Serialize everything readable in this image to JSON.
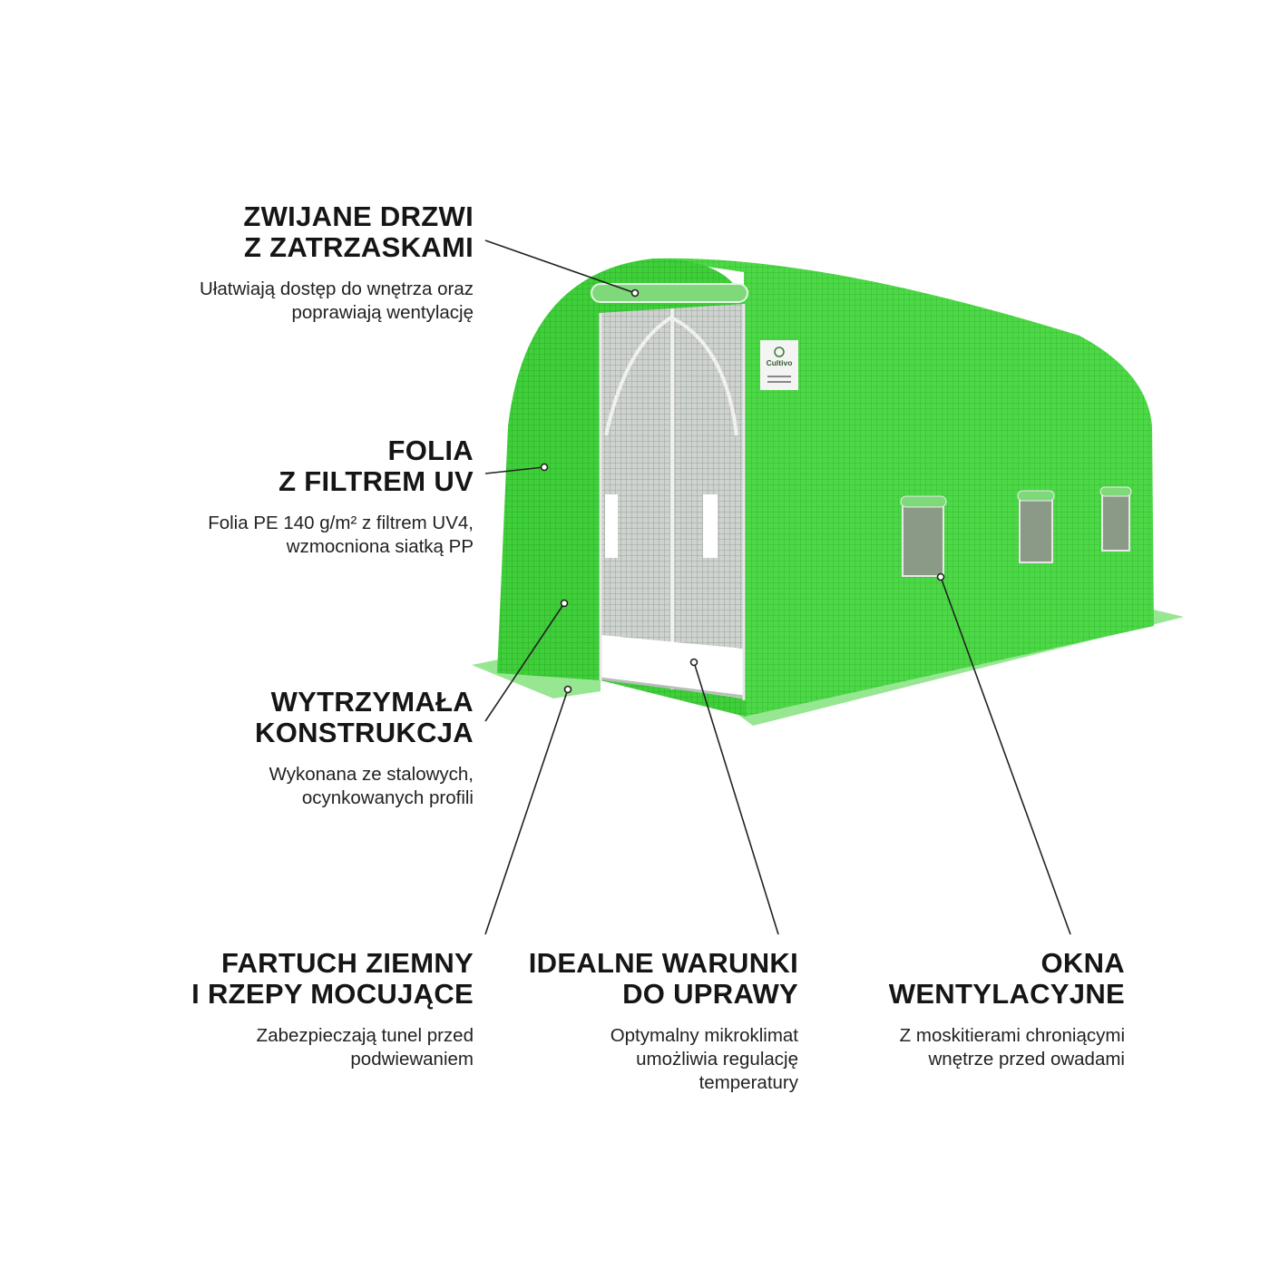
{
  "colors": {
    "tunnel_green": "#3fcf3a",
    "tunnel_dark": "#2fb52c",
    "apron_green": "#7fe07a",
    "text": "#151515"
  },
  "logo": {
    "brand": "Cultivo"
  },
  "callouts": [
    {
      "title_lines": [
        "ZWIJANE DRZWI",
        "Z ZATRZASKAMI"
      ],
      "desc_lines": [
        "Ułatwiają dostęp do wnętrza oraz",
        "poprawiają wentylację"
      ]
    },
    {
      "title_lines": [
        "FOLIA",
        "Z FILTREM UV"
      ],
      "desc_lines": [
        "Folia PE 140 g/m² z filtrem UV4,",
        "wzmocniona siatką PP"
      ]
    },
    {
      "title_lines": [
        "WYTRZYMAŁA",
        "KONSTRUKCJA"
      ],
      "desc_lines": [
        "Wykonana ze stalowych,",
        "ocynkowanych profili"
      ]
    },
    {
      "title_lines": [
        "FARTUCH ZIEMNY",
        "I RZEPY MOCUJĄCE"
      ],
      "desc_lines": [
        "Zabezpieczają tunel przed",
        "podwiewaniem"
      ]
    },
    {
      "title_lines": [
        "IDEALNE WARUNKI",
        "DO UPRAWY"
      ],
      "desc_lines": [
        "Optymalny mikroklimat",
        "umożliwia regulację",
        "temperatury"
      ]
    },
    {
      "title_lines": [
        "OKNA",
        "WENTYLACYJNE"
      ],
      "desc_lines": [
        "Z moskitierami chroniącymi",
        "wnętrze przed owadami"
      ]
    }
  ]
}
